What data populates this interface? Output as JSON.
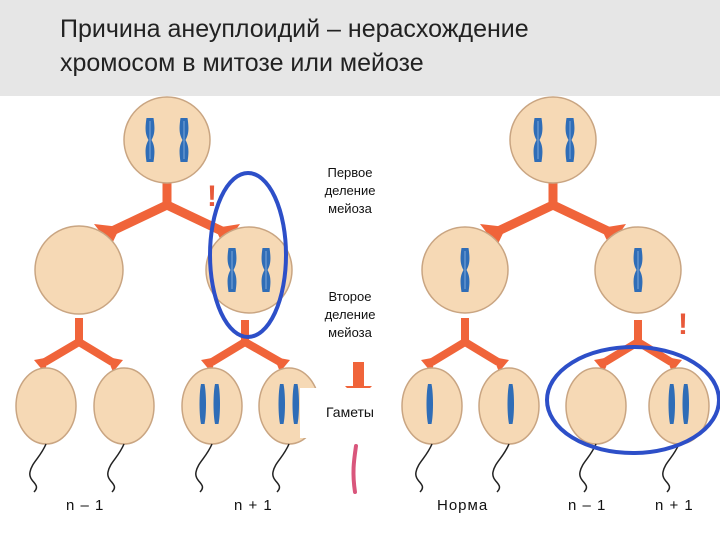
{
  "slide": {
    "title_line1": "Причина анеуплоидий – нерасхождение",
    "title_line2": "хромосом в митозе или мейозе"
  },
  "panel": {
    "first_division": [
      "Первое",
      "деление",
      "мейоза"
    ],
    "second_division": [
      "Второе",
      "деление",
      "мейоза"
    ],
    "gametes": "Гаметы"
  },
  "marks": {
    "error_mark": "!"
  },
  "gamete_labels": [
    "n – 1",
    "n + 1",
    "Норма",
    "n – 1",
    "n + 1"
  ],
  "colors": {
    "cell_fill": "#f6d9b5",
    "cell_stroke": "#c9a582",
    "arrow": "#f0643a",
    "chromosome": "#2f6db7",
    "highlight": "#2d4fc8",
    "error": "#e8593a"
  }
}
